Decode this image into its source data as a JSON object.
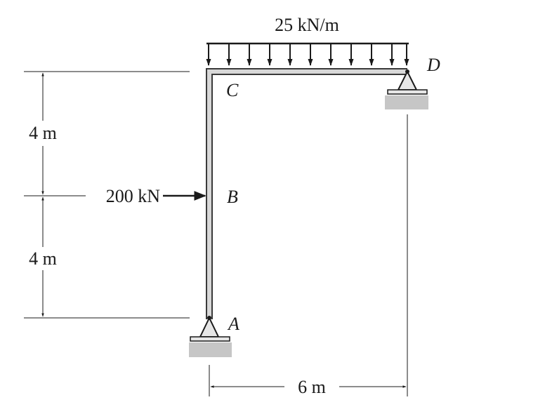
{
  "loads": {
    "distributed": "25 kN/m",
    "point": "200 kN"
  },
  "points": {
    "a": "A",
    "b": "B",
    "c": "C",
    "d": "D"
  },
  "dimensions": {
    "upper_height": "4 m",
    "lower_height": "4 m",
    "span": "6 m"
  }
}
